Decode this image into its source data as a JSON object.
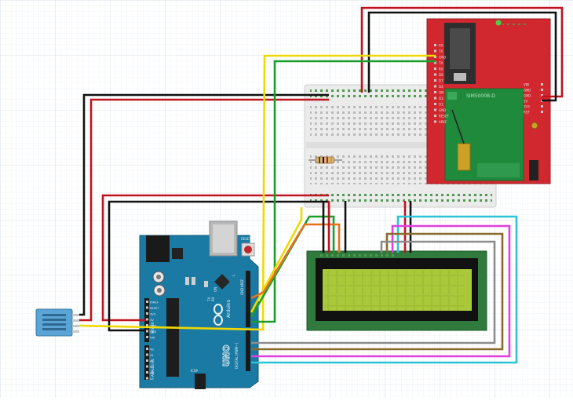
{
  "colors": {
    "grid": "#dfe6ef",
    "arduino_board": "#1b7aa3",
    "gsm_board": "#d0282e",
    "breadboard": "#e9e9e9",
    "lcd_screen": "#a9c93a",
    "dht_sensor": "#5aa5d6",
    "wire_red": "#c1121f",
    "wire_black": "#111111",
    "wire_yellow": "#f1d900",
    "wire_green": "#1a9e2b",
    "wire_orange": "#e7711b",
    "wire_cyan": "#29c4d6",
    "wire_magenta": "#e040e0",
    "wire_brown": "#8a6a2a",
    "wire_gray": "#8c8c8c"
  },
  "labels": {
    "gsm_module": "SIM5000B-D",
    "arduino_brand": "Arduino",
    "arduino_model": "UNO",
    "arduino_reset": "RESET",
    "arduino_icsp": "ICSP",
    "arduino_on": "ON",
    "arduino_tx": "TX",
    "arduino_rx": "RX",
    "arduino_l": "L",
    "arduino_power_header": "POWER",
    "arduino_analog_header": "ANALOG IN",
    "arduino_digital_header": "DIGITAL (PWM~)",
    "arduino_aref": "AREF",
    "arduino_gnd": "GND",
    "power_pins": [
      "IOREF",
      "RESET",
      "3V3",
      "5V",
      "GND",
      "GND",
      "VIN"
    ],
    "analog_pins": [
      "A0",
      "A1",
      "A2",
      "A3",
      "A4",
      "A5"
    ],
    "gsm_left_pins": [
      "RX",
      "TX",
      "GND",
      "TX",
      "RX",
      "D8",
      "D7",
      "D4",
      "ON",
      "D3",
      "D1",
      "GND",
      "RESET",
      "AREF"
    ],
    "gsm_right_pins": [
      "VIN",
      "GND",
      "GND",
      "5V",
      "3V3",
      "RST"
    ]
  }
}
